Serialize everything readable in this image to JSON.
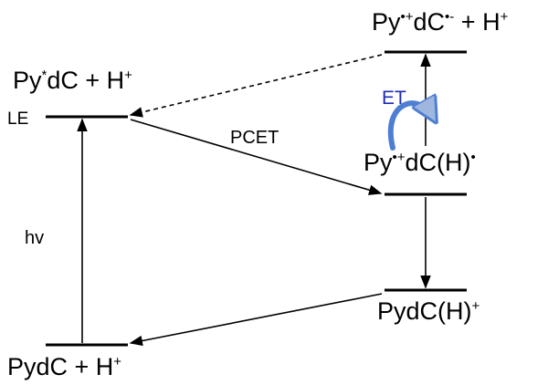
{
  "states": {
    "excited_radical": {
      "base": "Py",
      "sup1": "•+",
      "mid": "dC",
      "sup2": "•-",
      "tail": " + H",
      "sup3": "+"
    },
    "le_state": {
      "base": "Py",
      "sup1": "*",
      "mid": "dC + H",
      "sup2": "+"
    },
    "le_label": "LE",
    "pcet_product": {
      "base": "Py",
      "sup1": "•+",
      "mid": "dC(H)",
      "sup2": "•"
    },
    "protonated": {
      "base": "PydC(H)",
      "sup": "+"
    },
    "ground": {
      "base": "PydC + H",
      "sup": "+"
    }
  },
  "transitions": {
    "pcet": "PCET",
    "et": "ET",
    "hv": "hv"
  },
  "colors": {
    "et_arrow": "#4f7fd3",
    "et_text": "#1f2bb5",
    "line": "#000000"
  }
}
